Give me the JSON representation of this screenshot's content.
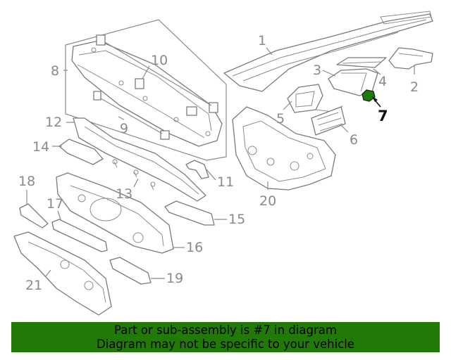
{
  "diagram": {
    "highlight_color": "#1f7a06",
    "callouts": [
      {
        "id": "1",
        "label": "1"
      },
      {
        "id": "2",
        "label": "2"
      },
      {
        "id": "3",
        "label": "3"
      },
      {
        "id": "4",
        "label": "4"
      },
      {
        "id": "5",
        "label": "5"
      },
      {
        "id": "6",
        "label": "6"
      },
      {
        "id": "7",
        "label": "7",
        "highlighted": true
      },
      {
        "id": "8",
        "label": "8"
      },
      {
        "id": "9",
        "label": "9"
      },
      {
        "id": "10",
        "label": "10"
      },
      {
        "id": "11",
        "label": "11"
      },
      {
        "id": "12",
        "label": "12"
      },
      {
        "id": "13",
        "label": "13"
      },
      {
        "id": "14",
        "label": "14"
      },
      {
        "id": "15",
        "label": "15"
      },
      {
        "id": "16",
        "label": "16"
      },
      {
        "id": "17",
        "label": "17"
      },
      {
        "id": "18",
        "label": "18"
      },
      {
        "id": "19",
        "label": "19"
      },
      {
        "id": "20",
        "label": "20"
      },
      {
        "id": "21",
        "label": "21"
      }
    ]
  },
  "banner": {
    "line1": "Part or sub-assembly is #7 in diagram",
    "line2": "Diagram may not be specific to your vehicle",
    "background_color": "#217a06"
  }
}
